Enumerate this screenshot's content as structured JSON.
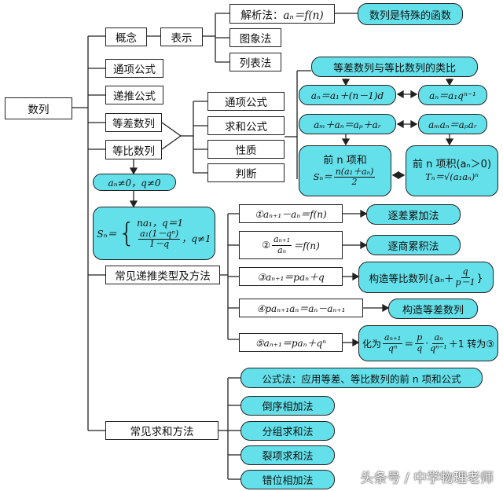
{
  "root": "数列",
  "concept": {
    "label": "概念",
    "repr": "表示",
    "methods": [
      "解析法：",
      "图象法",
      "列表法"
    ],
    "analytic_formula": "aₙ＝f(n)",
    "special_func": "数列是特殊的函数"
  },
  "general_term": "通项公式",
  "recurrence": "递推公式",
  "arith": "等差数列",
  "geo": "等比数列",
  "props": [
    "通项公式",
    "求和公式",
    "性质",
    "判断"
  ],
  "analogy": {
    "title": "等差数列与等比数列的类比",
    "arith_term": "aₙ＝a₁＋(n－1)d",
    "geo_term": "aₙ＝a₁qⁿ⁻¹",
    "arith_prop": "aₘ＋aₙ＝aₚ＋aᵣ",
    "geo_prop": "aₘaₙ＝aₚaᵣ",
    "arith_sum_title": "前 n 项和",
    "arith_sum_lhs": "Sₙ＝",
    "arith_sum_num": "n(a₁＋aₙ)",
    "arith_sum_den": "2",
    "geo_prod_title": "前 n 项积(aₙ＞0)",
    "geo_prod": "Tₙ＝√(a₁aₙ)ⁿ"
  },
  "geo_cond": "aₙ≠0，q≠0",
  "geo_sum": {
    "lhs": "Sₙ＝",
    "case1": "na₁，q＝1",
    "case2_num": "a₁(1－qⁿ)",
    "case2_den": "1－q",
    "case2_cond": "，q≠1"
  },
  "rec_types": {
    "label": "常见递推类型及方法",
    "items": [
      {
        "formula": "①aₙ₊₁－aₙ＝f(n)",
        "method": "逐差累加法"
      },
      {
        "formula_pre": "②",
        "formula_num": "aₙ₊₁",
        "formula_den": "aₙ",
        "formula_post": "＝f(n)",
        "method": "逐商累积法"
      },
      {
        "formula": "③aₙ₊₁＝paₙ＋q",
        "method_pre": "构造等比数列{aₙ＋",
        "method_num": "q",
        "method_den": "p－1",
        "method_post": "}"
      },
      {
        "formula": "④paₙ₊₁aₙ＝aₙ－aₙ₊₁",
        "method": "构造等差数列"
      },
      {
        "formula": "⑤aₙ₊₁＝paₙ＋qⁿ",
        "method_pre": "化为",
        "m_n1": "aₙ₊₁",
        "m_d1": "qⁿ",
        "m_mid1": "＝",
        "m_n2": "p",
        "m_d2": "q",
        "m_mid2": "·",
        "m_n3": "aₙ",
        "m_d3": "qⁿ⁻¹",
        "method_post": "＋1 转为③"
      }
    ]
  },
  "sum_methods": {
    "label": "常见求和方法",
    "items": [
      "公式法：应用等差、等比数列的前 n 项和公式",
      "倒序相加法",
      "分组求和法",
      "裂项求和法",
      "错位相加法"
    ]
  },
  "watermark": "头条号 / 中学物理老师"
}
